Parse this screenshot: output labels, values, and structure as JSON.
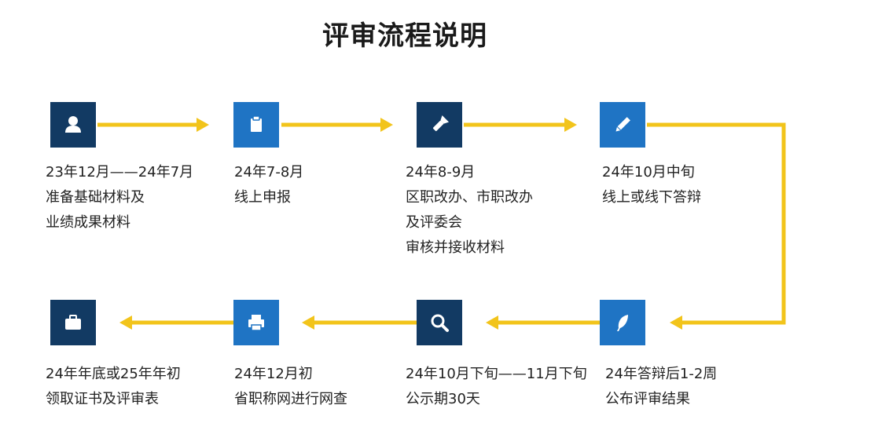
{
  "title": "评审流程说明",
  "colors": {
    "dark_box": "#123a63",
    "light_box": "#1f74c4",
    "arrow": "#f2c41b",
    "text": "#222222"
  },
  "steps": [
    {
      "icon": "user-icon",
      "lines": [
        "23年12月——24年7月",
        "准备基础材料及",
        "业绩成果材料"
      ]
    },
    {
      "icon": "clipboard-icon",
      "lines": [
        "24年7-8月",
        "线上申报"
      ]
    },
    {
      "icon": "flashlight-icon",
      "lines": [
        "24年8-9月",
        "区职改办、市职改办",
        "及评委会",
        "审核并接收材料"
      ]
    },
    {
      "icon": "pencil-icon",
      "lines": [
        "24年10月中旬",
        "线上或线下答辩"
      ]
    },
    {
      "icon": "feather-icon",
      "lines": [
        "24年答辩后1-2周",
        "公布评审结果"
      ]
    },
    {
      "icon": "search-icon",
      "lines": [
        "24年10月下旬——11月下旬",
        "公示期30天"
      ]
    },
    {
      "icon": "printer-icon",
      "lines": [
        "24年12月初",
        "省职称网进行网查"
      ]
    },
    {
      "icon": "briefcase-icon",
      "lines": [
        "24年年底或25年年初",
        "领取证书及评审表"
      ]
    }
  ]
}
